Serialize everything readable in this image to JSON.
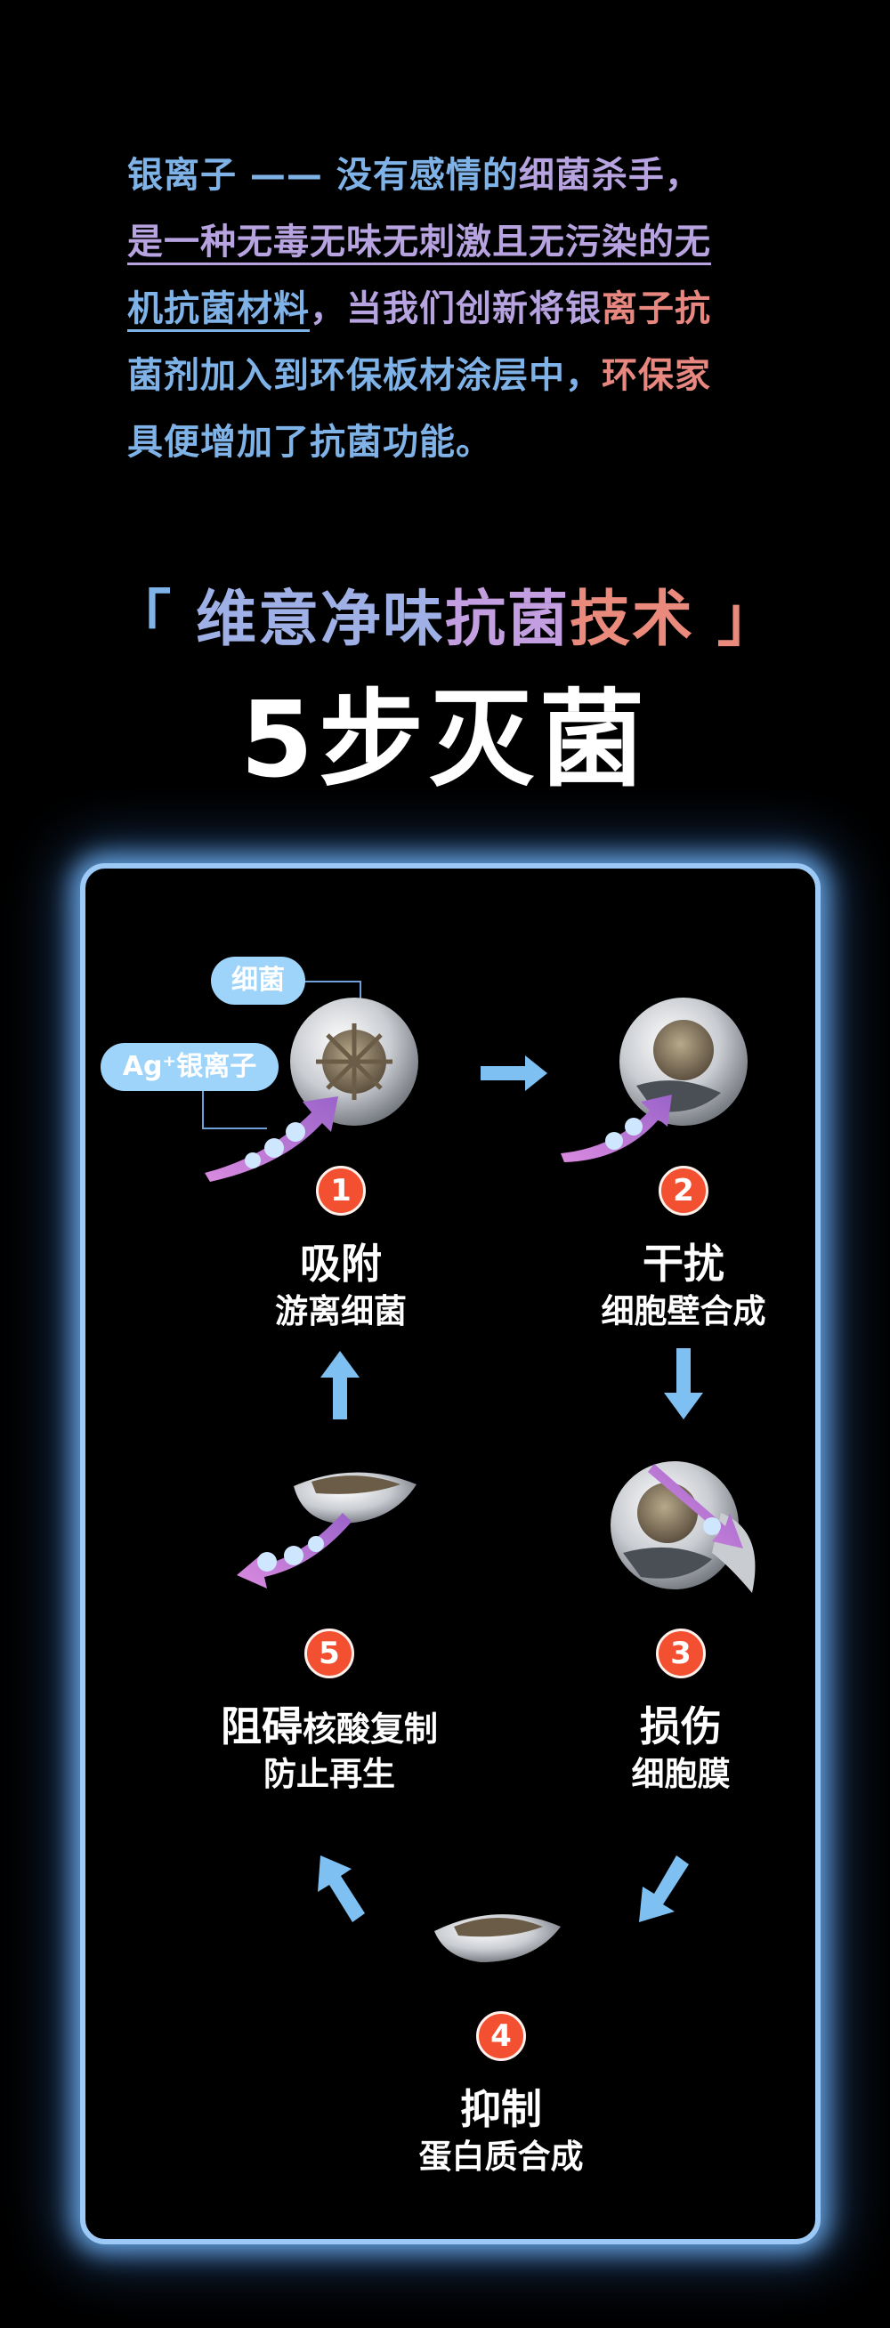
{
  "intro": {
    "line1_a": "银离子 —— 没有感情的",
    "line1_b": "细菌杀手，",
    "line2": "是一种无毒无味无刺激且无污染的无",
    "line3_a": "机抗菌材料",
    "line3_b": "，当我们创新将银",
    "line3_c": "离子抗",
    "line4_a": "菌剂加入到环保板材涂层中，",
    "line4_b": "环保家",
    "line5": "具便增加了抗菌功能。"
  },
  "tech_title": {
    "open": "「 ",
    "p1": "维意净味",
    "p2": "抗菌",
    "p3": "技术",
    "close": " 」"
  },
  "big_title": "5步灭菌",
  "labels": {
    "bacteria": "细菌",
    "silver_ion": "Ag⁺银离子",
    "ag": "Ag⁺"
  },
  "steps": [
    {
      "num": "1",
      "title": "吸附",
      "sub": "游离细菌"
    },
    {
      "num": "2",
      "title": "干扰",
      "sub": "细胞壁合成"
    },
    {
      "num": "3",
      "title": "损伤",
      "sub": "细胞膜"
    },
    {
      "num": "4",
      "title": "抑制",
      "sub": "蛋白质合成"
    },
    {
      "num": "5",
      "title_a": "阻碍",
      "title_b": "核酸复制",
      "sub": "防止再生"
    }
  ],
  "colors": {
    "accent_blue": "#7fb3e8",
    "accent_purple": "#b6a3e0",
    "accent_red": "#e7877f",
    "badge": "#f25031",
    "arrow": "#7ec0f2",
    "glow": "#9cc9f5"
  },
  "icons": [
    "bacteria-sphere-icon",
    "silver-ion-arrow-icon",
    "step-arrow-icon"
  ]
}
